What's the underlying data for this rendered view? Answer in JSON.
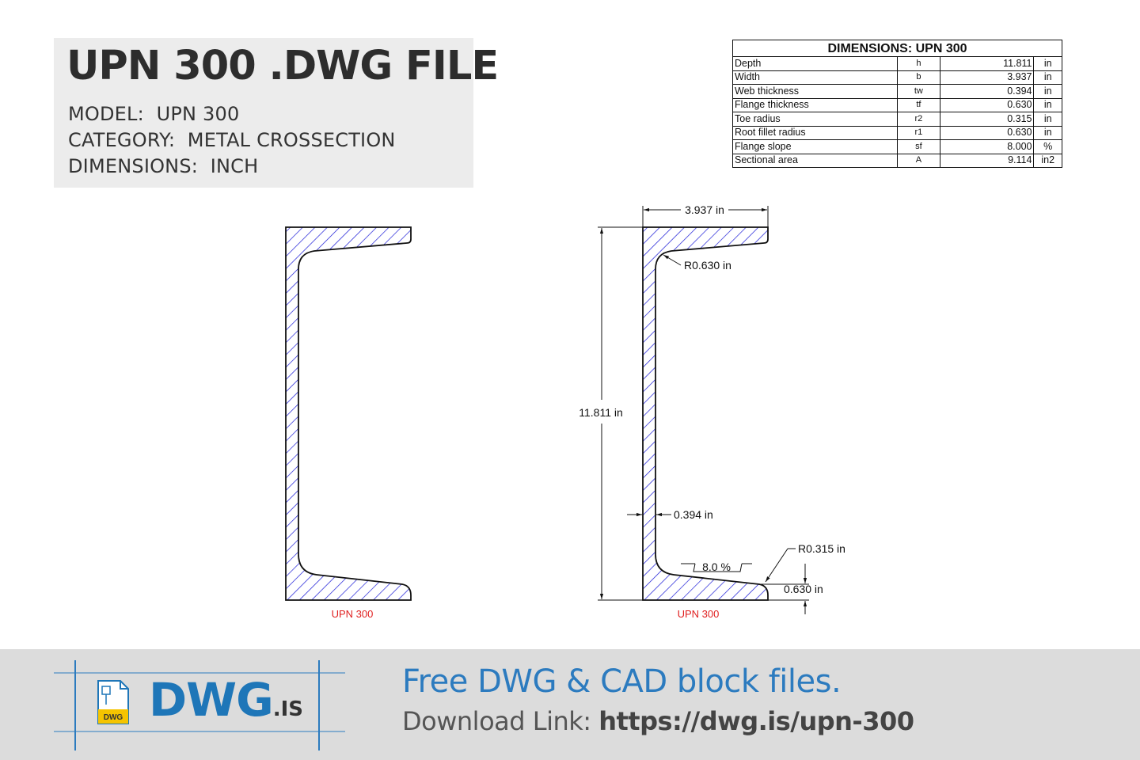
{
  "header": {
    "title": "UPN 300 .DWG FILE",
    "model_label": "MODEL:",
    "model_value": "UPN 300",
    "category_label": "CATEGORY:",
    "category_value": "METAL CROSSECTION",
    "dimensions_label": "DIMENSIONS:",
    "dimensions_value": "INCH"
  },
  "table": {
    "title": "DIMENSIONS: UPN 300",
    "rows": [
      {
        "name": "Depth",
        "symbol": "h",
        "value": "11.811",
        "unit": "in"
      },
      {
        "name": "Width",
        "symbol": "b",
        "value": "3.937",
        "unit": "in"
      },
      {
        "name": "Web thickness",
        "symbol": "tw",
        "value": "0.394",
        "unit": "in"
      },
      {
        "name": "Flange thickness",
        "symbol": "tf",
        "value": "0.630",
        "unit": "in"
      },
      {
        "name": "Toe radius",
        "symbol": "r2",
        "value": "0.315",
        "unit": "in"
      },
      {
        "name": "Root fillet radius",
        "symbol": "r1",
        "value": "0.630",
        "unit": "in"
      },
      {
        "name": "Flange slope",
        "symbol": "sf",
        "value": "8.000",
        "unit": "%"
      },
      {
        "name": "Sectional area",
        "symbol": "A",
        "value": "9.114",
        "unit": "in2"
      }
    ]
  },
  "drawing": {
    "left_caption": "UPN 300",
    "right_caption": "UPN 300",
    "width_dim": "3.937 in",
    "height_dim": "11.811 in",
    "root_radius_dim": "R0.630 in",
    "web_dim": "0.394 in",
    "slope_dim": "8.0 %",
    "toe_radius_dim": "R0.315 in",
    "flange_dim": "0.630 in",
    "hatch_color": "#1a1ad6",
    "caption_color": "#e02020"
  },
  "footer": {
    "logo_text": "DWG",
    "logo_suffix": ".IS",
    "logo_badge": "DWG",
    "tagline": "Free DWG & CAD block files.",
    "download_label": "Download Link:",
    "download_url": "https://dwg.is/upn-300",
    "accent_color": "#2c7bbf"
  }
}
